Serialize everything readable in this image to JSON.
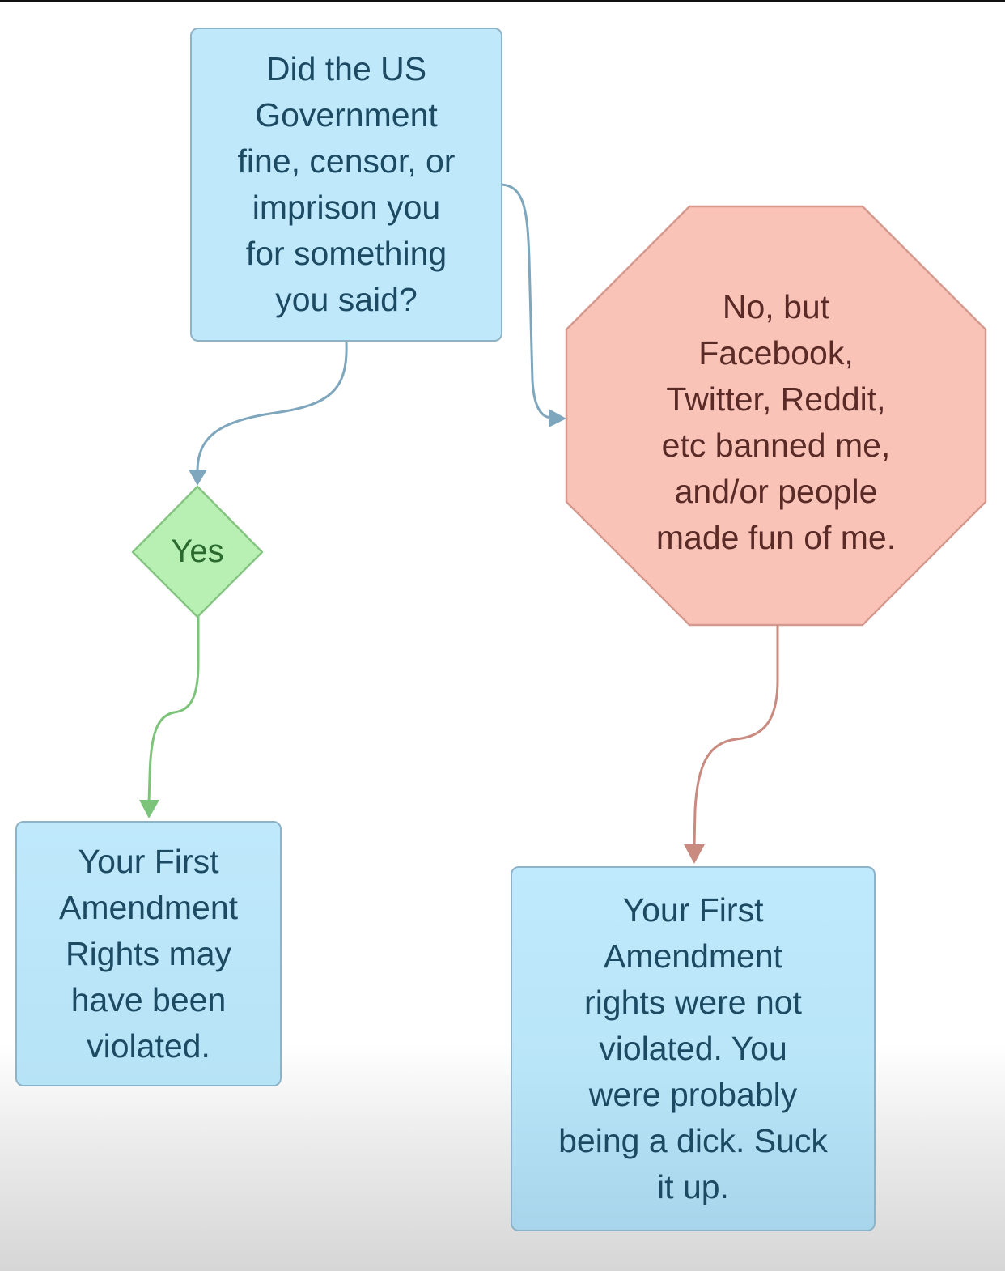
{
  "diagram": {
    "type": "flowchart",
    "colors": {
      "question_box_fill": "#bfe8fb",
      "question_box_stroke": "#8fb3c6",
      "box_text": "#1d4a63",
      "yes_fill": "#b8f0b4",
      "yes_stroke": "#86c482",
      "yes_text": "#2a6a2e",
      "no_fill": "#f9c3b8",
      "no_stroke": "#d49a8f",
      "no_text": "#5a2a26",
      "blue_connector": "#7ea6bd",
      "green_connector": "#7cc47a",
      "red_connector": "#c98a80"
    },
    "nodes": {
      "question": {
        "shape": "rounded-rectangle",
        "text": "Did the US\nGovernment\nfine, censor, or\nimprison you\nfor something\nyou said?"
      },
      "yes": {
        "shape": "diamond",
        "text": "Yes"
      },
      "no": {
        "shape": "octagon",
        "text": "No, but\nFacebook,\nTwitter, Reddit,\netc banned me,\nand/or people\nmade fun of me."
      },
      "yes_result": {
        "shape": "rounded-rectangle",
        "text": "Your First\nAmendment\nRights may\nhave been\nviolated."
      },
      "no_result": {
        "shape": "rounded-rectangle",
        "text": "Your First\nAmendment\nrights were not\nviolated. You\nwere probably\nbeing a dick. Suck\nit up."
      }
    },
    "edges": [
      {
        "from": "question",
        "to": "yes",
        "color": "blue"
      },
      {
        "from": "question",
        "to": "no",
        "color": "blue"
      },
      {
        "from": "yes",
        "to": "yes_result",
        "color": "green"
      },
      {
        "from": "no",
        "to": "no_result",
        "color": "red"
      }
    ]
  }
}
